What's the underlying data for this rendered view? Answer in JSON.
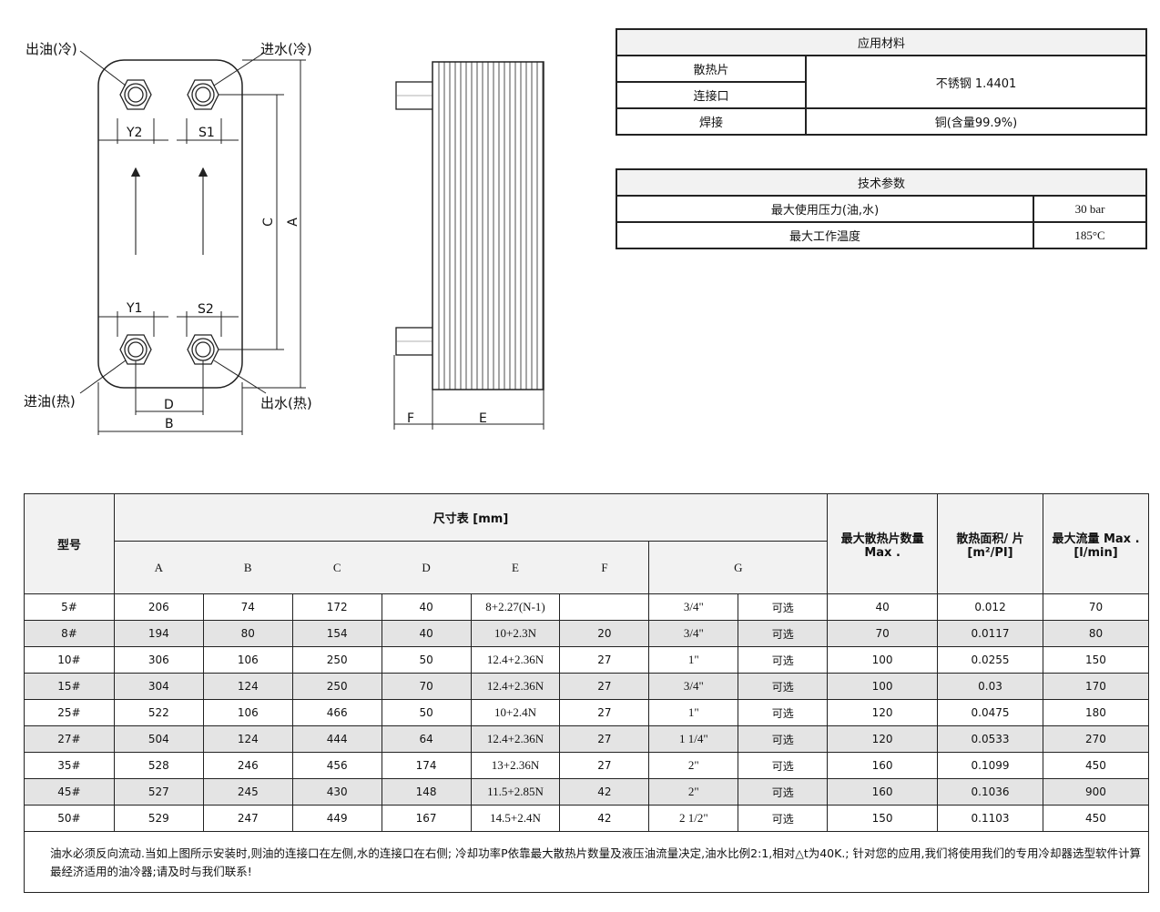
{
  "drawing": {
    "labels": {
      "oil_out_cold": "出油(冷)",
      "water_in_cold": "进水(冷)",
      "oil_in_hot": "进油(热)",
      "water_out_hot": "出水(热)",
      "y2": "Y2",
      "s1": "S1",
      "y1": "Y1",
      "s2": "S2",
      "dim_a": "A",
      "dim_b": "B",
      "dim_c": "C",
      "dim_d": "D",
      "dim_e": "E",
      "dim_f": "F"
    }
  },
  "materials": {
    "title": "应用材料",
    "rows": [
      {
        "label": "散热片",
        "value": "不锈钢  1.4401"
      },
      {
        "label": "连接口",
        "value": ""
      },
      {
        "label": "焊接",
        "value": "铜(含量99.9%)"
      }
    ]
  },
  "tech": {
    "title": "技术参数",
    "rows": [
      {
        "label": "最大使用压力(油,水)",
        "value": "30 bar"
      },
      {
        "label": "最大工作温度",
        "value": "185°C"
      }
    ]
  },
  "spec": {
    "model_header": "型号",
    "dim_header": "尺寸表 [mm]",
    "dim_cols": [
      "A",
      "B",
      "C",
      "D",
      "E",
      "F",
      "G"
    ],
    "max_plates_header": "最大散热片数量Max .",
    "area_header": "散热面积/ 片  [m²/PI]",
    "flow_header": "最大流量   Max .[l/min]",
    "rows": [
      {
        "model": "5#",
        "a": "206",
        "b": "74",
        "c": "172",
        "d": "40",
        "e": "8+2.27(N-1)",
        "f": "",
        "g1": "3/4\"",
        "g2": "可选",
        "plates": "40",
        "area": "0.012",
        "flow": "70"
      },
      {
        "model": "8#",
        "a": "194",
        "b": "80",
        "c": "154",
        "d": "40",
        "e": "10+2.3N",
        "f": "20",
        "g1": "3/4\"",
        "g2": "可选",
        "plates": "70",
        "area": "0.0117",
        "flow": "80"
      },
      {
        "model": "10#",
        "a": "306",
        "b": "106",
        "c": "250",
        "d": "50",
        "e": "12.4+2.36N",
        "f": "27",
        "g1": "1\"",
        "g2": "可选",
        "plates": "100",
        "area": "0.0255",
        "flow": "150"
      },
      {
        "model": "15#",
        "a": "304",
        "b": "124",
        "c": "250",
        "d": "70",
        "e": "12.4+2.36N",
        "f": "27",
        "g1": "3/4\"",
        "g2": "可选",
        "plates": "100",
        "area": "0.03",
        "flow": "170"
      },
      {
        "model": "25#",
        "a": "522",
        "b": "106",
        "c": "466",
        "d": "50",
        "e": "10+2.4N",
        "f": "27",
        "g1": "1\"",
        "g2": "可选",
        "plates": "120",
        "area": "0.0475",
        "flow": "180"
      },
      {
        "model": "27#",
        "a": "504",
        "b": "124",
        "c": "444",
        "d": "64",
        "e": "12.4+2.36N",
        "f": "27",
        "g1": "1 1/4\"",
        "g2": "可选",
        "plates": "120",
        "area": "0.0533",
        "flow": "270"
      },
      {
        "model": "35#",
        "a": "528",
        "b": "246",
        "c": "456",
        "d": "174",
        "e": "13+2.36N",
        "f": "27",
        "g1": "2\"",
        "g2": "可选",
        "plates": "160",
        "area": "0.1099",
        "flow": "450"
      },
      {
        "model": "45#",
        "a": "527",
        "b": "245",
        "c": "430",
        "d": "148",
        "e": "11.5+2.85N",
        "f": "42",
        "g1": "2\"",
        "g2": "可选",
        "plates": "160",
        "area": "0.1036",
        "flow": "900"
      },
      {
        "model": "50#",
        "a": "529",
        "b": "247",
        "c": "449",
        "d": "167",
        "e": "14.5+2.4N",
        "f": "42",
        "g1": "2 1/2\"",
        "g2": "可选",
        "plates": "150",
        "area": "0.1103",
        "flow": "450"
      }
    ],
    "note": "油水必须反向流动.当如上图所示安装时,则油的连接口在左侧,水的连接口在右侧;  冷却功率P依靠最大散热片数量及液压油流量决定,油水比例2:1,相对△t为40K.;  针对您的应用,我们将使用我们的专用冷却器选型软件计算最经济适用的油冷器;请及时与我们联系!"
  }
}
